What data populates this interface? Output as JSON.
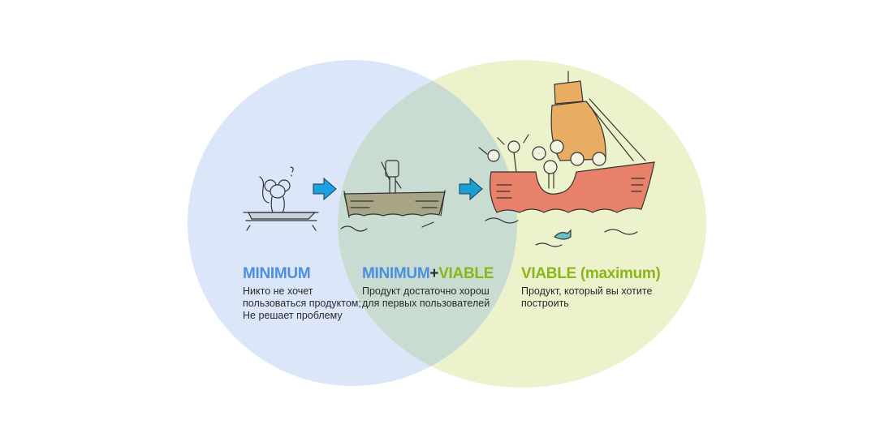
{
  "diagram": {
    "type": "venn",
    "colors": {
      "minimum_circle": "#dbe7f8",
      "viable_circle": "#ebf2cc",
      "overlap": "#c9dcd2",
      "minimum_title": "#4a8fe0",
      "viable_title": "#8db51a",
      "arrow": "#1da1e2"
    },
    "sections": [
      {
        "id": "minimum",
        "title": "MINIMUM",
        "description": "Никто не хочет\nпользоваться продуктом;\nНе решает проблему",
        "illustration": "mouse-on-raft"
      },
      {
        "id": "minimum-viable",
        "title_part1": "MINIMUM",
        "title_plus": "+",
        "title_part2": "VIABLE",
        "description": "Продукт достаточно хорош\nдля первых пользователей",
        "illustration": "person-in-rowboat"
      },
      {
        "id": "viable",
        "title": "VIABLE (maximum)",
        "description": "Продукт, который вы хотите\nпостроить",
        "illustration": "sailing-ship-with-crowd"
      }
    ],
    "arrows": [
      "arrow-right",
      "arrow-right"
    ]
  }
}
